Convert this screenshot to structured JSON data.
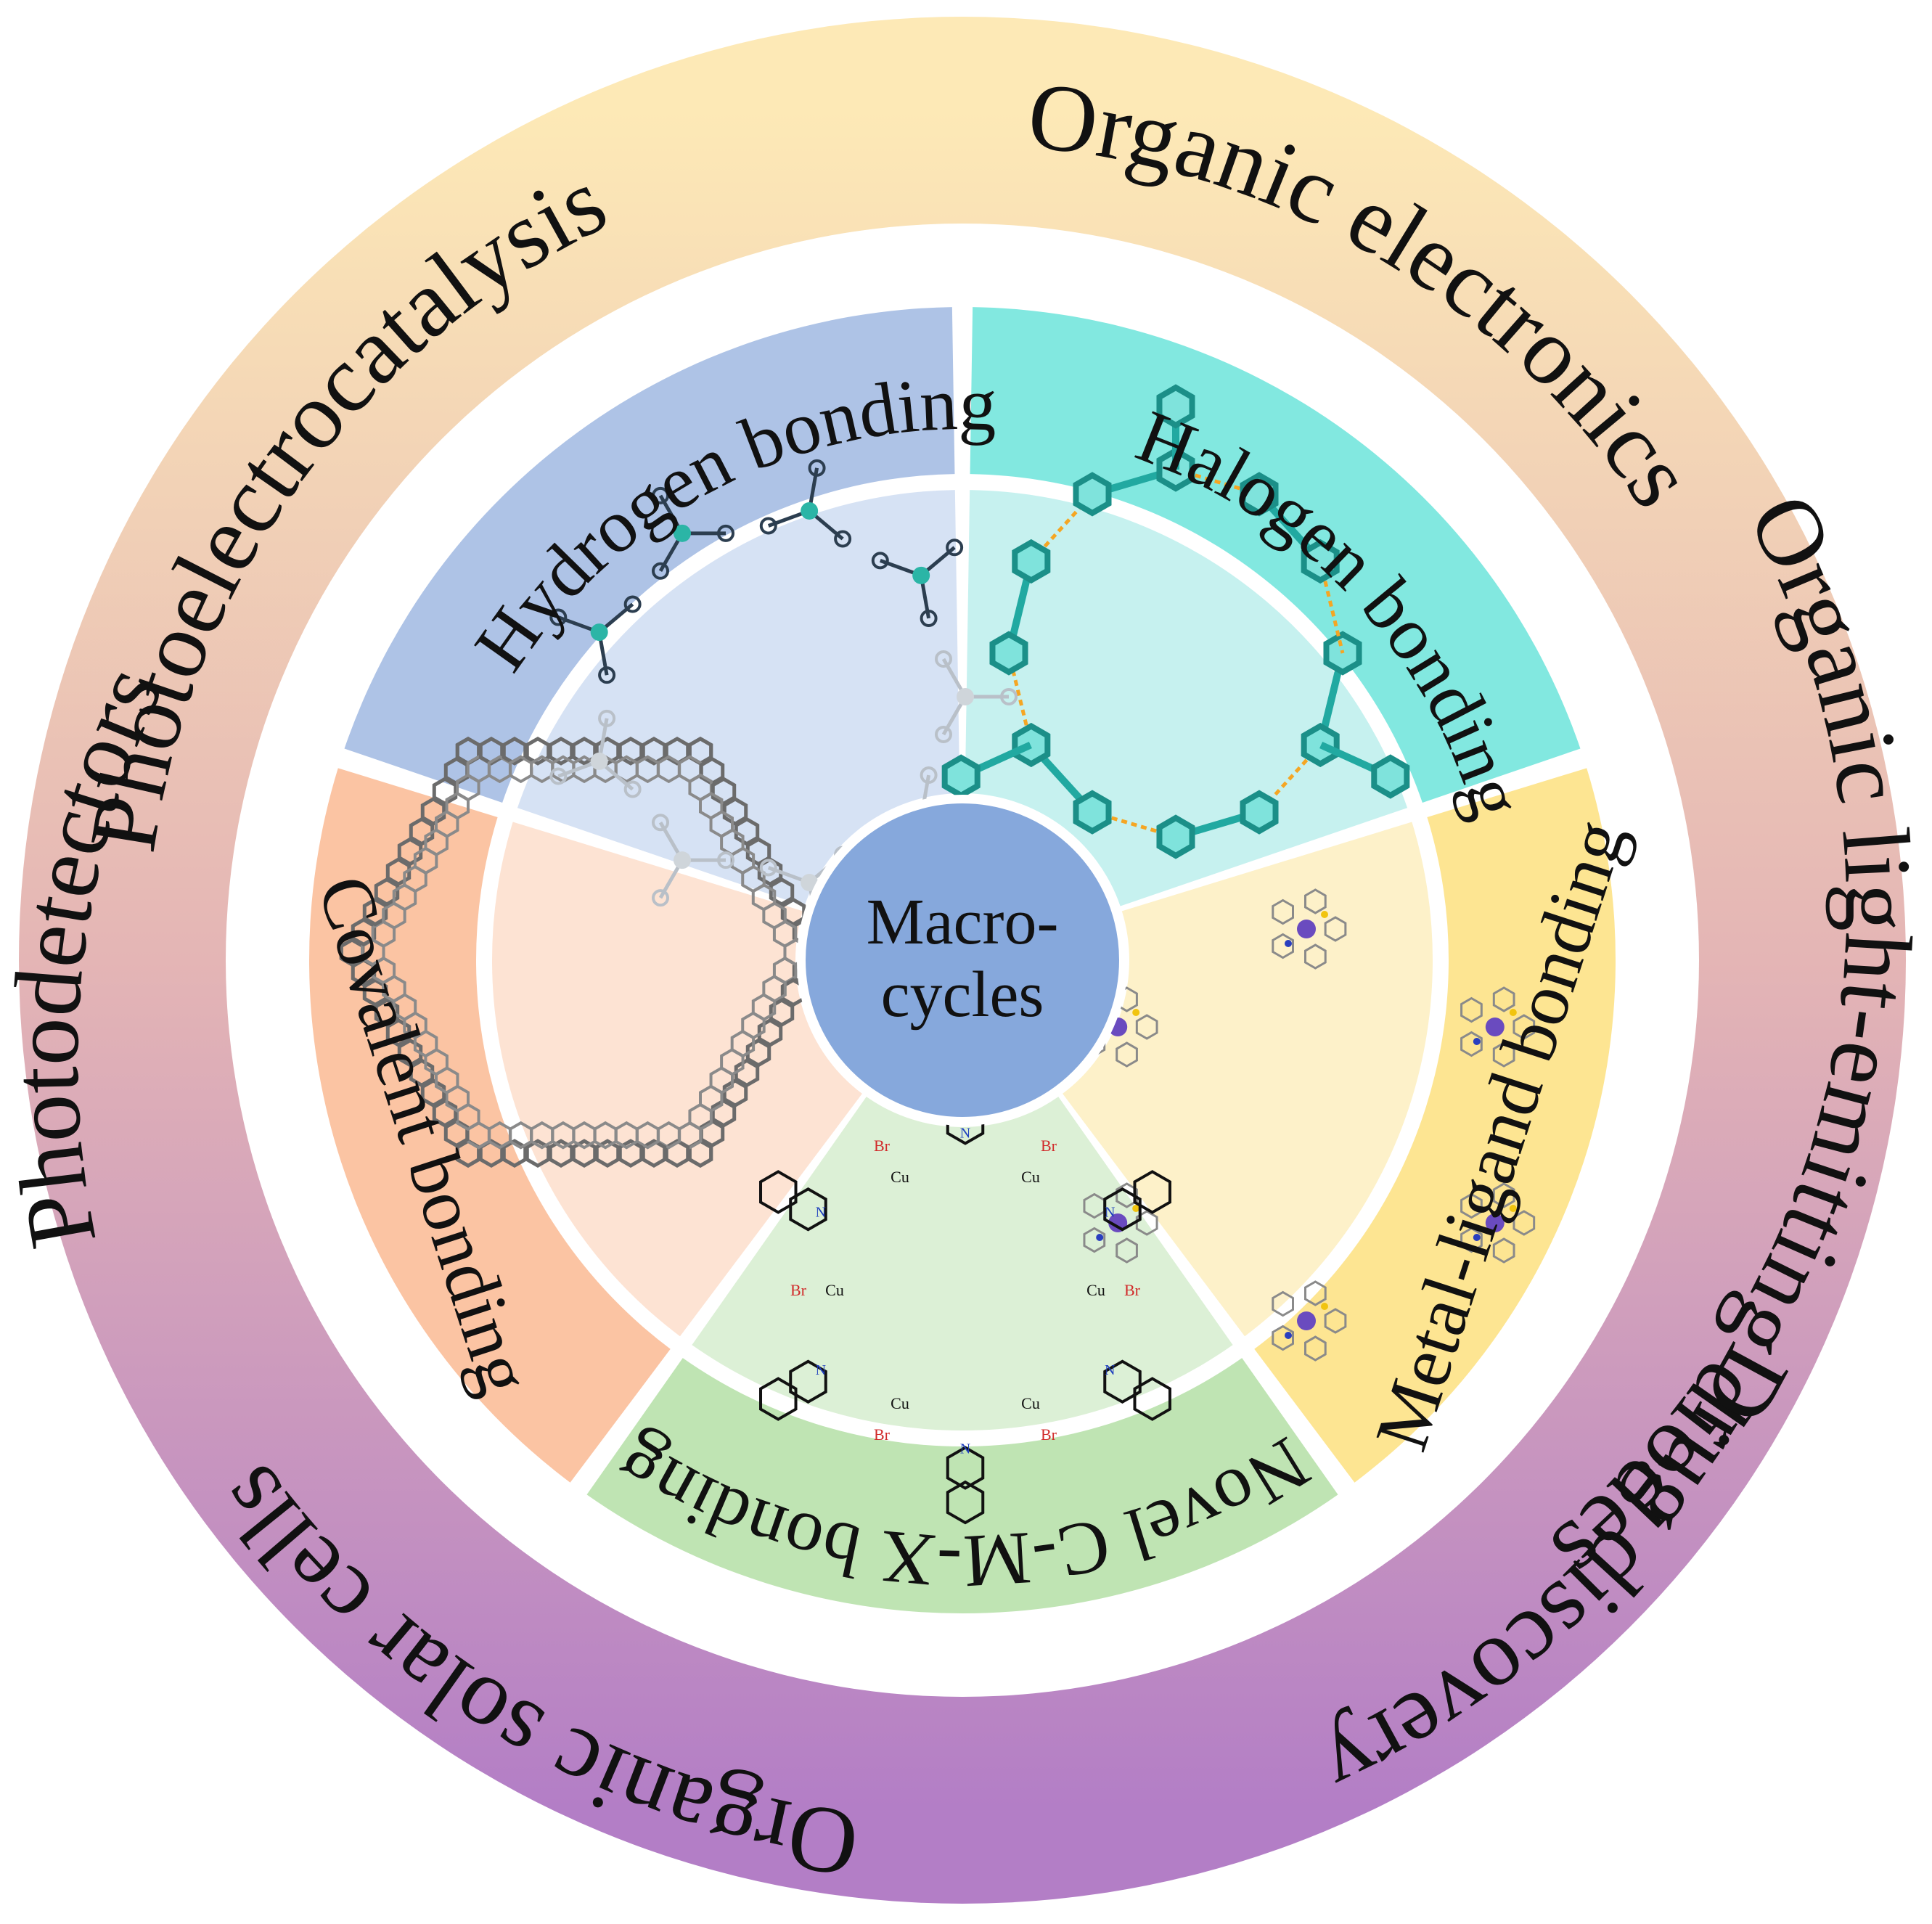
{
  "center": {
    "line1": "Macro-",
    "line2": "cycles",
    "color": "#86a8dc"
  },
  "applications": [
    {
      "label": "Photoelectrocatalysis"
    },
    {
      "label": "Organic electronics"
    },
    {
      "label": "Organic light-emitting diodes"
    },
    {
      "label": "Drug discovery"
    },
    {
      "label": "Organic solar cells"
    },
    {
      "label": "Photodetectors"
    }
  ],
  "outer_ring_colors": {
    "top": "#fde9b6",
    "bottom": "#b37ec6"
  },
  "bonding_types": [
    {
      "label": "Hydrogen bonding",
      "band_color": "#aec3e6",
      "inner_color": "#d6e2f4"
    },
    {
      "label": "Halogen bonding",
      "band_color": "#82e8e0",
      "inner_color": "#c6f1ef"
    },
    {
      "label": "Metal-ligand bonding",
      "band_color": "#fde592",
      "inner_color": "#fdf1c9"
    },
    {
      "label": "Novel C-M-X bonding",
      "band_color": "#bfe4b3",
      "inner_color": "#dcf0d6"
    },
    {
      "label": "Covalent bonding",
      "band_color": "#fbc4a3",
      "inner_color": "#fde3d3"
    }
  ],
  "structure_labels": {
    "copper": "Cu",
    "bromine": "Br",
    "nitrogen": "N"
  }
}
